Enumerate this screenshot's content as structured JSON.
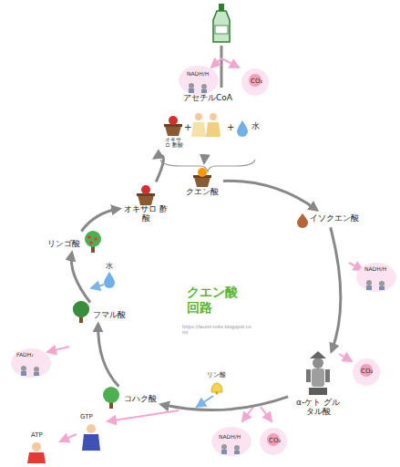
{
  "diagram": {
    "title": "クエン酸 回路",
    "nodes": [
      {
        "text": [
          "アセチルCoA"
        ]
      },
      {
        "text": [
          "クエン酸"
        ]
      },
      {
        "text": [
          "イソクエン酸"
        ]
      },
      {
        "text": [
          "α-ケト グルタル酸"
        ]
      },
      {
        "text": [
          "コハク酸"
        ]
      },
      {
        "text": [
          "フマル酸"
        ]
      },
      {
        "text": [
          "リンゴ酸"
        ]
      },
      {
        "text": [
          "オキサロ 酢酸"
        ]
      }
    ],
    "edges": [
      {
        "from": 0,
        "to": 1,
        "arrow": "to"
      },
      {
        "from": 1,
        "to": 2,
        "arrow": "to"
      },
      {
        "from": 2,
        "to": 3,
        "arrow": "to"
      },
      {
        "from": 3,
        "to": 4,
        "arrow": "to"
      },
      {
        "from": 4,
        "to": 5,
        "arrow": "to"
      },
      {
        "from": 5,
        "to": 6,
        "arrow": "to"
      },
      {
        "from": 6,
        "to": 7,
        "arrow": "to"
      },
      {
        "from": 7,
        "to": 0,
        "arrow": "to"
      }
    ],
    "labels": [
      "NADH/H",
      "CO₂",
      "オキサロ 酢酸",
      "+",
      "+",
      "水",
      "NADH/H",
      "CO₂",
      "NADH/H",
      "CO₂",
      "リン酸",
      "GTP",
      "ATP",
      "FADH₂",
      "水",
      "https://laurel-note.blogspot.com/"
    ]
  }
}
